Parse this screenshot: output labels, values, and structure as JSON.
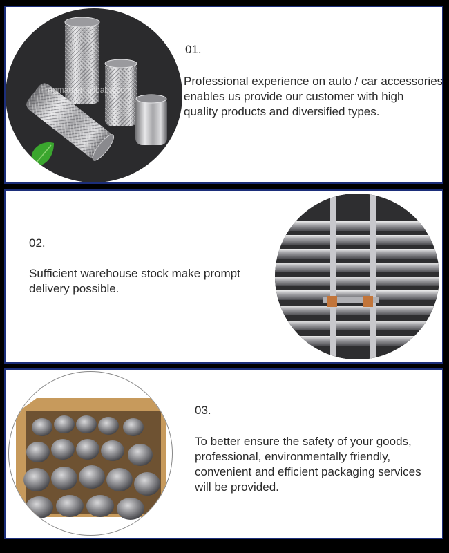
{
  "sections": [
    {
      "number": "01.",
      "lines": [
        "Professional experience on auto / car accessories",
        "enables us provide our customer with high",
        "quality products and diversified types."
      ],
      "watermark": "Fregmao.en.alibaba.com",
      "image_icon": "flexible-pipes-photo"
    },
    {
      "number": "02.",
      "lines": [
        "Sufficient warehouse stock make prompt",
        "delivery possible."
      ],
      "image_icon": "warehouse-stock-photo"
    },
    {
      "number": "03.",
      "lines": [
        "To better ensure the safety of your goods,",
        "professional, environmentally friendly,",
        "convenient and efficient packaging services",
        "will be provided."
      ],
      "image_icon": "packaged-goods-photo"
    }
  ],
  "colors": {
    "background": "#000000",
    "panel": "#ffffff",
    "panel_border": "#1c2e7a",
    "text": "#2a2a2a"
  }
}
